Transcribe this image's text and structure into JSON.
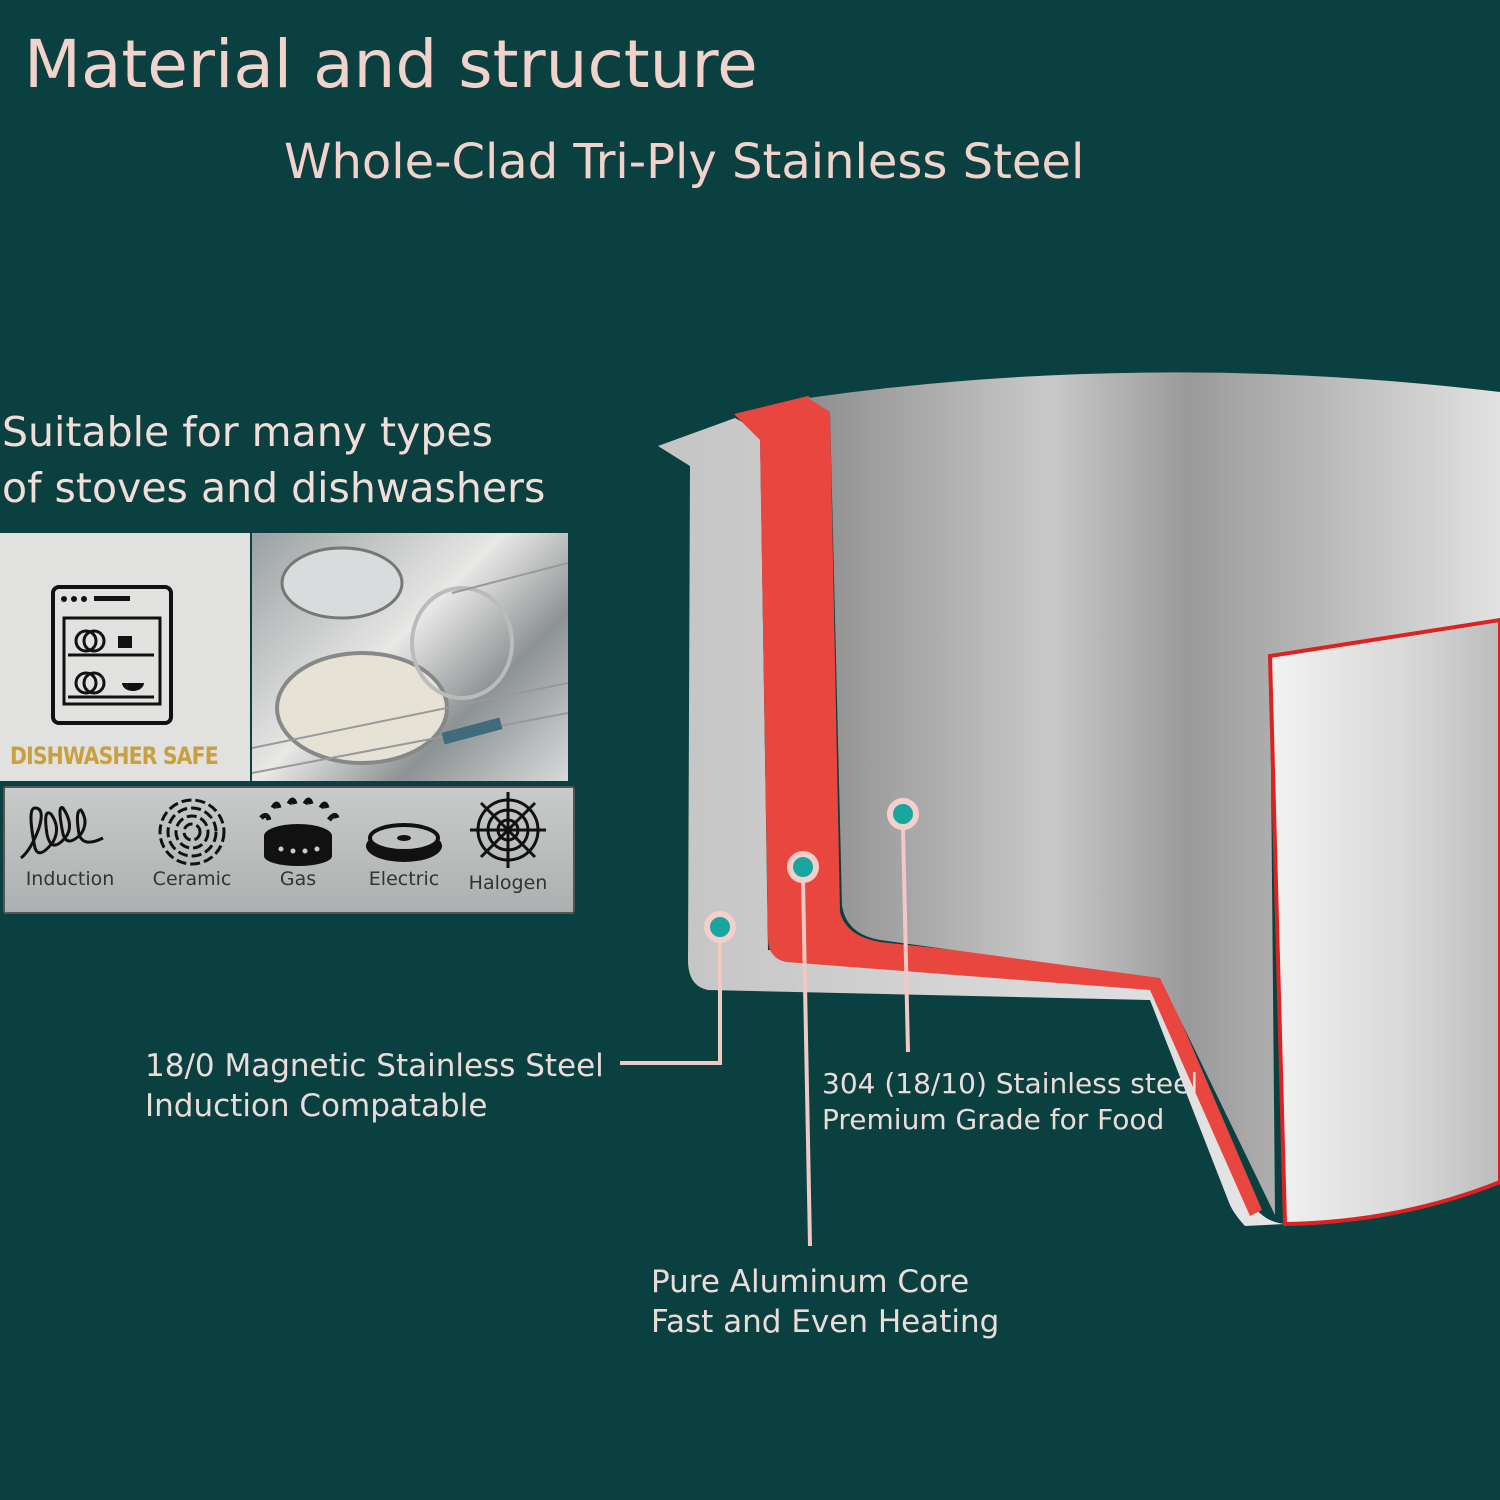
{
  "title": "Material and structure",
  "subtitle": "Whole-Clad Tri-Ply Stainless Steel",
  "suitability": {
    "line1": "Suitable for many types",
    "line2": "of stoves and dishwashers"
  },
  "dishwasher_label": "DISHWASHER SAFE",
  "stoves": [
    {
      "label": "Induction",
      "icon": "induction-coil-icon"
    },
    {
      "label": "Ceramic",
      "icon": "ceramic-icon"
    },
    {
      "label": "Gas",
      "icon": "gas-burner-icon"
    },
    {
      "label": "Electric",
      "icon": "electric-plate-icon"
    },
    {
      "label": "Halogen",
      "icon": "halogen-icon"
    }
  ],
  "layers": {
    "outer": {
      "line1": "18/0 Magnetic Stainless Steel",
      "line2": "Induction Compatable"
    },
    "inner": {
      "line1": "304 (18/10) Stainless steel",
      "line2": "Premium Grade for Food"
    },
    "core": {
      "line1": "Pure Aluminum Core",
      "line2": "Fast and Even Heating"
    }
  },
  "colors": {
    "background": "#0b4040",
    "title": "#f2d3cc",
    "core": "#e8463f",
    "dot": "#1aa6a0"
  }
}
